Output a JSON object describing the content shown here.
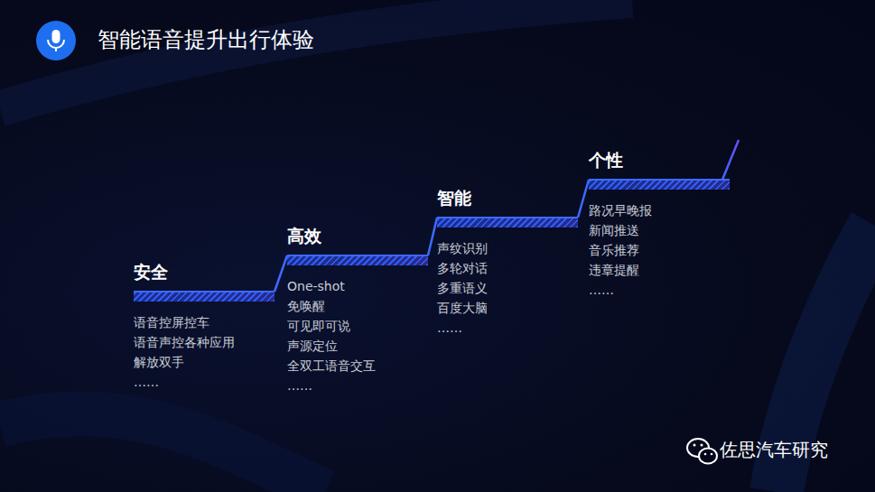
{
  "diagram": {
    "title": "智能语音提升出行体验",
    "nodes": [
      {
        "text": [
          "安全",
          "语音控屏控车",
          "语音声控各种应用",
          "解放双手",
          "……"
        ]
      },
      {
        "text": [
          "高效",
          "One-shot",
          "免唤醒",
          "可见即可说",
          "声源定位",
          "全双工语音交互",
          "……"
        ]
      },
      {
        "text": [
          "智能",
          "声纹识别",
          "多轮对话",
          "多重语义",
          "百度大脑",
          "……"
        ]
      },
      {
        "text": [
          "个性",
          "路况早晚报",
          "新闻推送",
          "音乐推荐",
          "违章提醒",
          "……"
        ]
      }
    ],
    "edges": [
      {
        "from": 0,
        "to": 1,
        "arrow": "none"
      },
      {
        "from": 1,
        "to": 2,
        "arrow": "none"
      },
      {
        "from": 2,
        "to": 3,
        "arrow": "none"
      }
    ],
    "labels": [
      "佐思汽车研究"
    ]
  }
}
